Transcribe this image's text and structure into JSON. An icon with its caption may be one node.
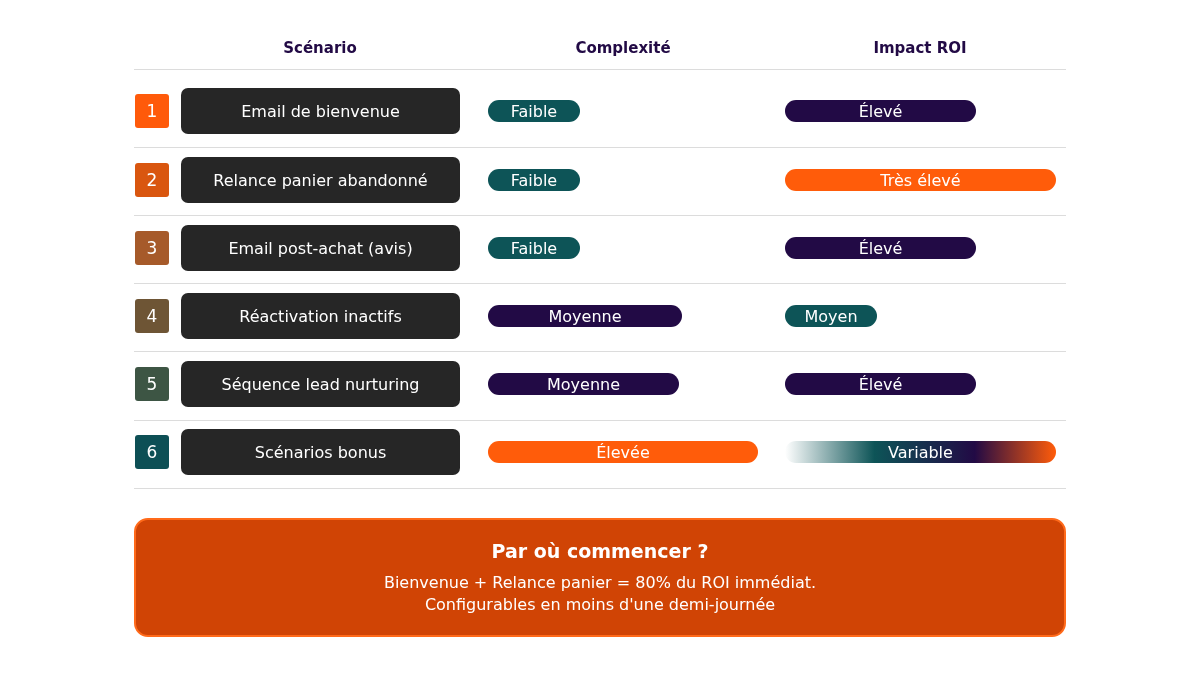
{
  "diagram": {
    "nodes": [
      {
        "text": [
          "1"
        ]
      },
      {
        "text": [
          "Email de bienvenue"
        ]
      },
      {
        "text": [
          "Faible"
        ]
      },
      {
        "text": [
          "Élevé"
        ]
      },
      {
        "text": [
          "2"
        ]
      },
      {
        "text": [
          "Relance panier abandonné"
        ]
      },
      {
        "text": [
          "Faible"
        ]
      },
      {
        "text": [
          "Très élevé"
        ]
      },
      {
        "text": [
          "3"
        ]
      },
      {
        "text": [
          "Email post-achat (avis)"
        ]
      },
      {
        "text": [
          "Faible"
        ]
      },
      {
        "text": [
          "Élevé"
        ]
      },
      {
        "text": [
          "4"
        ]
      },
      {
        "text": [
          "Réactivation inactifs"
        ]
      },
      {
        "text": [
          "Moyenne"
        ]
      },
      {
        "text": [
          "Moyen"
        ]
      },
      {
        "text": [
          "5"
        ]
      },
      {
        "text": [
          "Séquence lead nurturing"
        ]
      },
      {
        "text": [
          "Moyenne"
        ]
      },
      {
        "text": [
          "Élevé"
        ]
      },
      {
        "text": [
          "6"
        ]
      },
      {
        "text": [
          "Scénarios bonus"
        ]
      },
      {
        "text": [
          "Élevée"
        ]
      },
      {
        "text": [
          "Variable"
        ]
      },
      {
        "text": [
          "Par où commencer ?",
          "Bienvenue + Relance panier = 80% du ROI immédiat. Configurables en moins d'une demi-journée"
        ]
      }
    ],
    "edges": [],
    "labels": [
      "Scénario",
      "Complexité",
      "Impact ROI"
    ]
  }
}
